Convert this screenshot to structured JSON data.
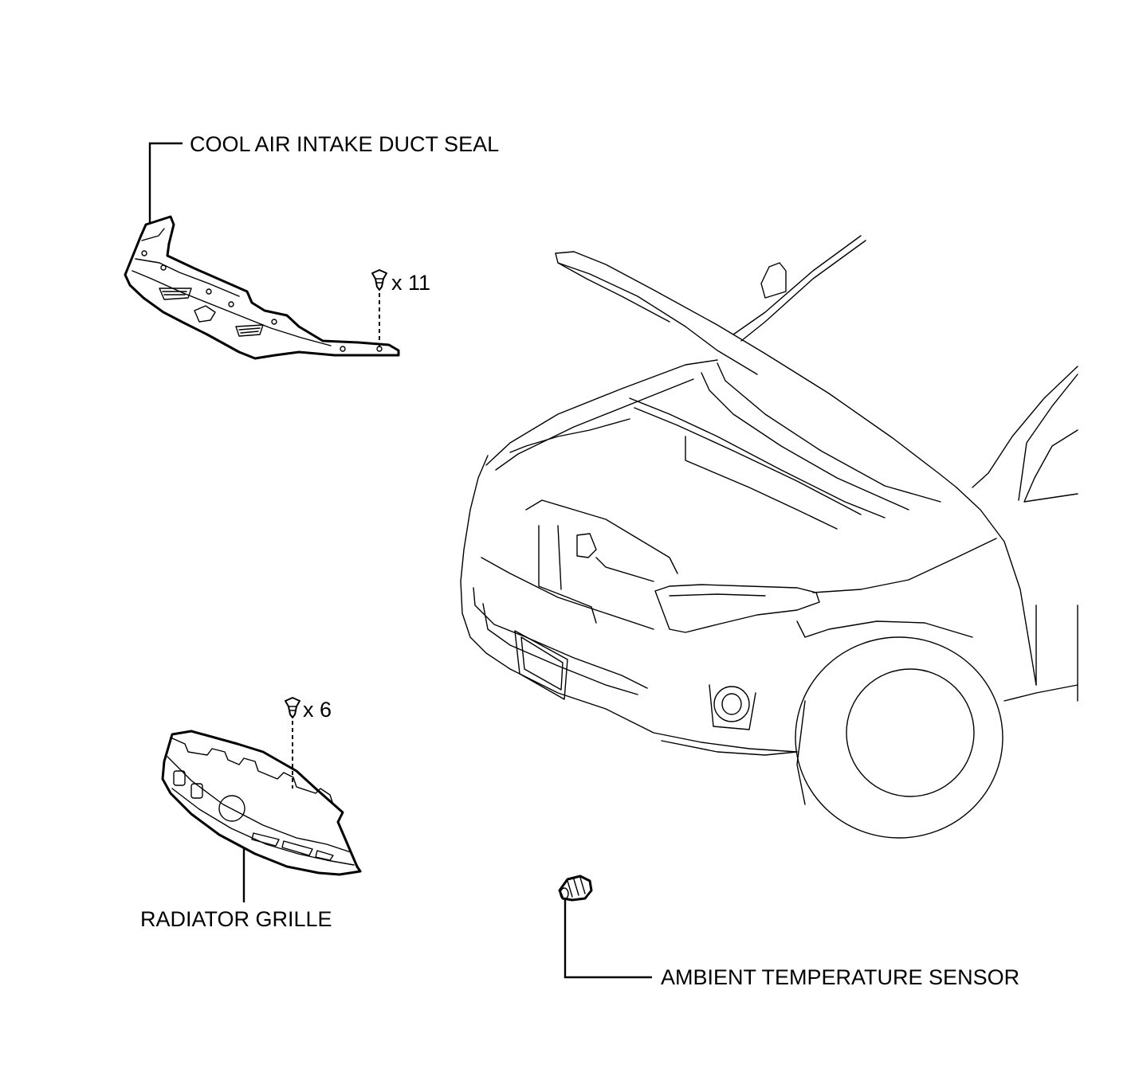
{
  "labels": {
    "duct_seal": "COOL AIR INTAKE DUCT SEAL",
    "radiator_grille": "RADIATOR GRILLE",
    "ambient_sensor": "AMBIENT TEMPERATURE SENSOR"
  },
  "quantities": {
    "duct_seal_clips": "x 11",
    "grille_clips": "x 6"
  }
}
